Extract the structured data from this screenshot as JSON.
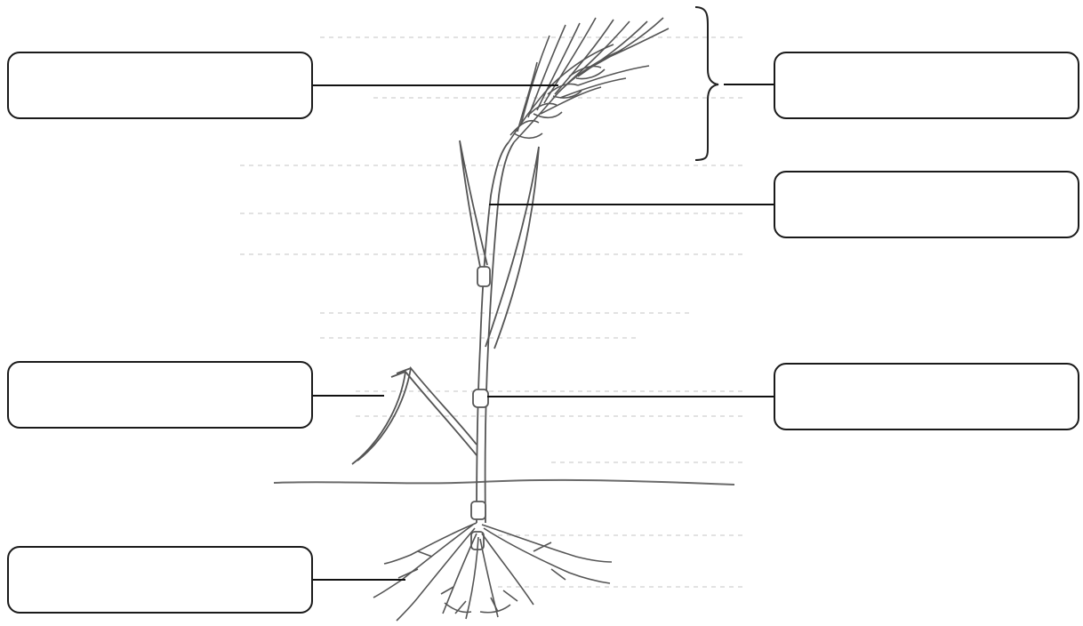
{
  "diagram": {
    "subject": "wheat-plant",
    "label_boxes": [
      {
        "id": "box-top-left",
        "text": ""
      },
      {
        "id": "box-top-right",
        "text": ""
      },
      {
        "id": "box-right-2",
        "text": ""
      },
      {
        "id": "box-mid-left",
        "text": ""
      },
      {
        "id": "box-right-3",
        "text": ""
      },
      {
        "id": "box-bottom-left",
        "text": ""
      }
    ]
  }
}
